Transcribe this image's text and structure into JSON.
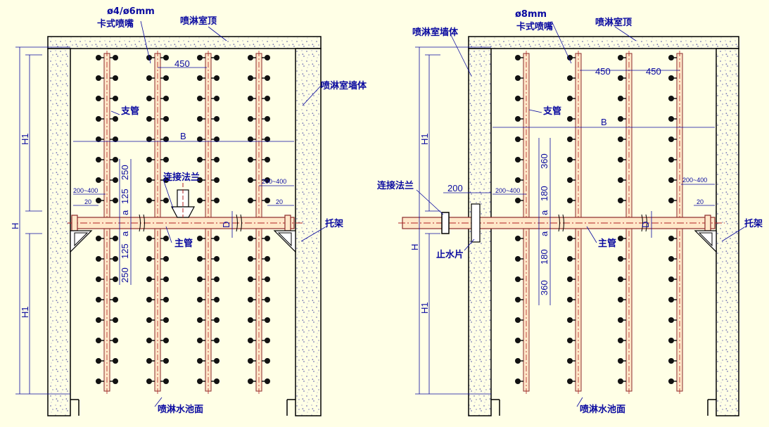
{
  "colors": {
    "background": "#ffffe6",
    "outline": "#000000",
    "dimension": "#0a0aa0",
    "pipe_fill": "#ffe7c8",
    "pipe_edge": "#8b2a2a",
    "center_line": "#b22222",
    "nozzle": "#111111"
  },
  "left": {
    "roof_label": "喷淋室顶",
    "nozzle_label_1": "ø4/ø6mm",
    "nozzle_label_2": "卡式喷嘴",
    "wall_label": "喷淋室墙体",
    "branch_label": "支管",
    "flange_label": "连接法兰",
    "main_label": "主管",
    "bracket_label": "托架",
    "pool_label": "喷淋水池面",
    "dim_spacing": "450",
    "dim_width": "B",
    "dim_h1_top": "H1",
    "dim_h1_bottom": "H1",
    "dim_h": "H",
    "dim_250_top": "250",
    "dim_125_top": "125",
    "dim_125_bottom": "125",
    "dim_250_bottom": "250",
    "dim_a_top": "a",
    "dim_a_bottom": "a",
    "dim_side_left": "200~400",
    "dim_side_right": "200~400",
    "dim_20_left": "20",
    "dim_20_right": "20",
    "dim_d": "D"
  },
  "right": {
    "wall_label_top": "喷淋室墙体",
    "nozzle_label_1": "ø8mm",
    "nozzle_label_2": "卡式喷嘴",
    "roof_label": "喷淋室顶",
    "branch_label": "支管",
    "flange_label": "连接法兰",
    "stop_label": "止水片",
    "main_label": "主管",
    "bracket_label": "托架",
    "pool_label": "喷淋水池面",
    "dim_spacing_1": "450",
    "dim_spacing_2": "450",
    "dim_width": "B",
    "dim_h1_top": "H1",
    "dim_h1_bottom": "H1",
    "dim_h": "H",
    "dim_360_top": "360",
    "dim_180_top": "180",
    "dim_180_bottom": "180",
    "dim_360_bottom": "360",
    "dim_a_top": "a",
    "dim_a_bottom": "a",
    "dim_200": "200",
    "dim_side_left": "200~400",
    "dim_side_right": "200~400",
    "dim_20": "20",
    "dim_d": "D"
  }
}
